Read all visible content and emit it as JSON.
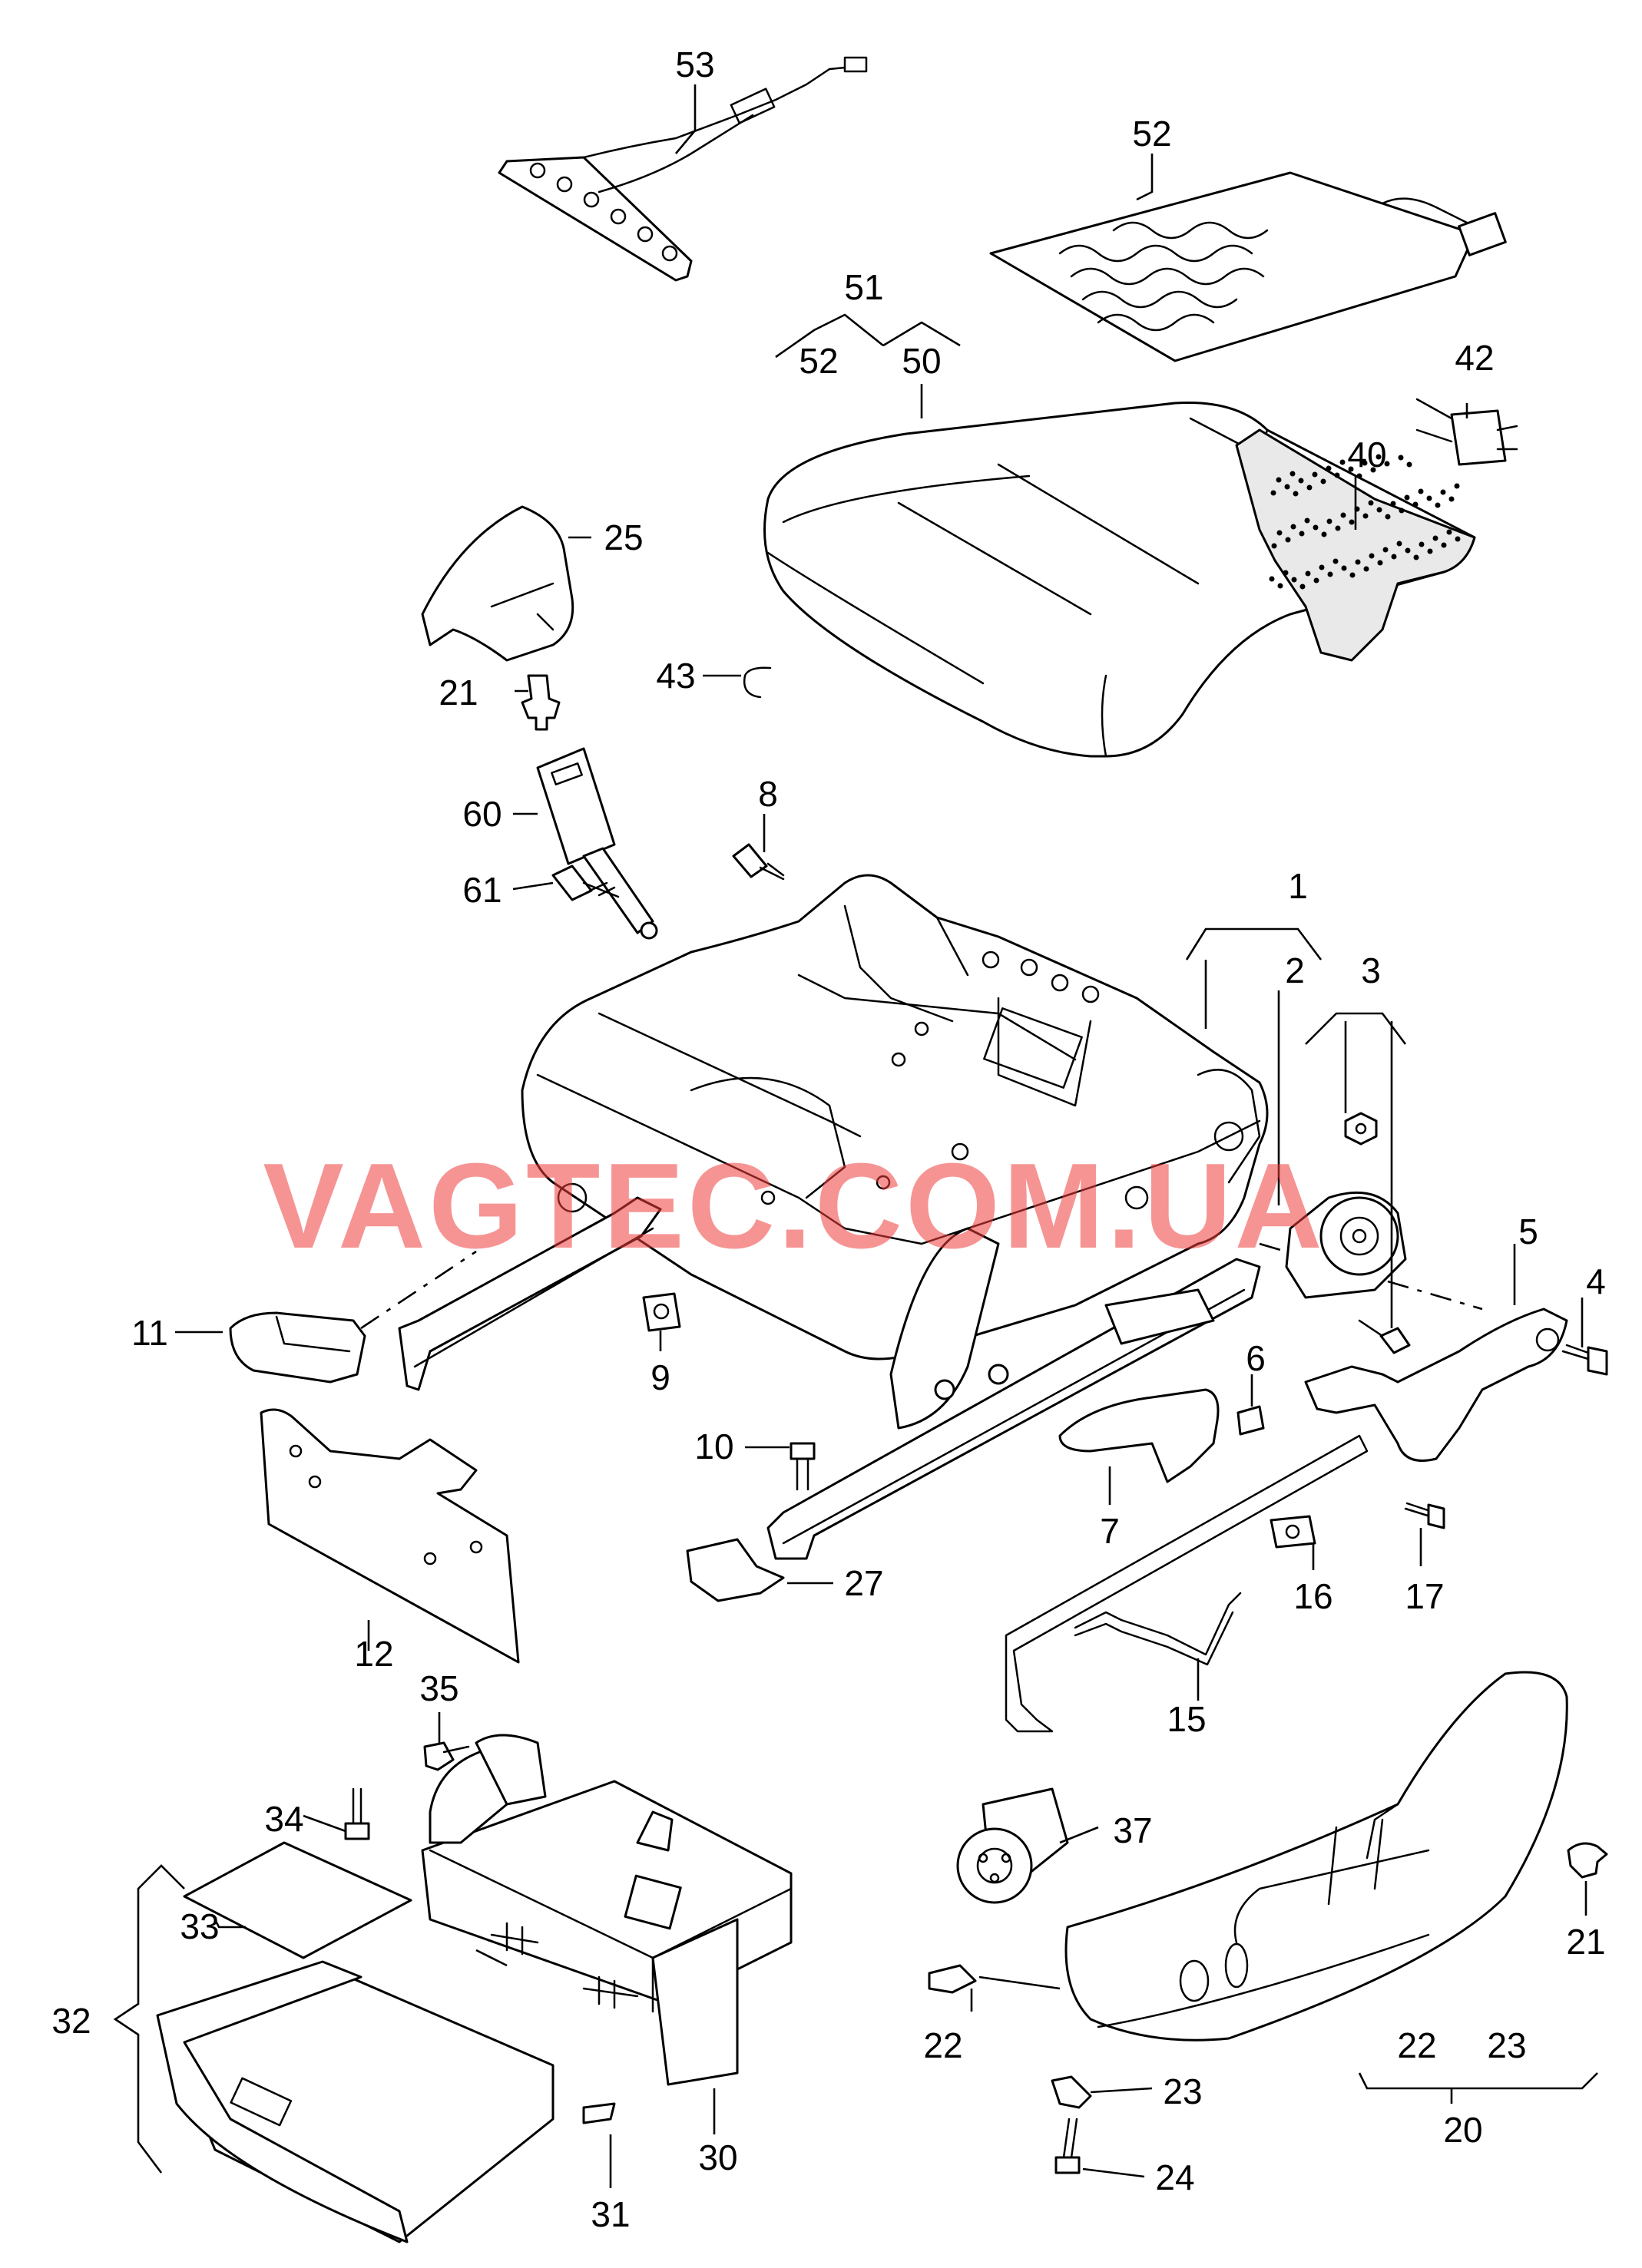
{
  "watermark": "VAGTEC.COM.UA",
  "callouts": {
    "p1": "1",
    "p2": "2",
    "p3": "3",
    "p4": "4",
    "p5": "5",
    "p6": "6",
    "p7": "7",
    "p8": "8",
    "p9": "9",
    "p10": "10",
    "p11": "11",
    "p12": "12",
    "p15": "15",
    "p16": "16",
    "p17": "17",
    "p20": "20",
    "p21a": "21",
    "p21b": "21",
    "p22a": "22",
    "p22b": "22",
    "p23a": "23",
    "p23b": "23",
    "p24": "24",
    "p25": "25",
    "p27": "27",
    "p30": "30",
    "p31": "31",
    "p32": "32",
    "p33": "33",
    "p34": "34",
    "p35": "35",
    "p37": "37",
    "p40": "40",
    "p42": "42",
    "p43": "43",
    "p50": "50",
    "p51": "51",
    "p52a": "52",
    "p52b": "52",
    "p53": "53",
    "p60": "60",
    "p61": "61"
  }
}
